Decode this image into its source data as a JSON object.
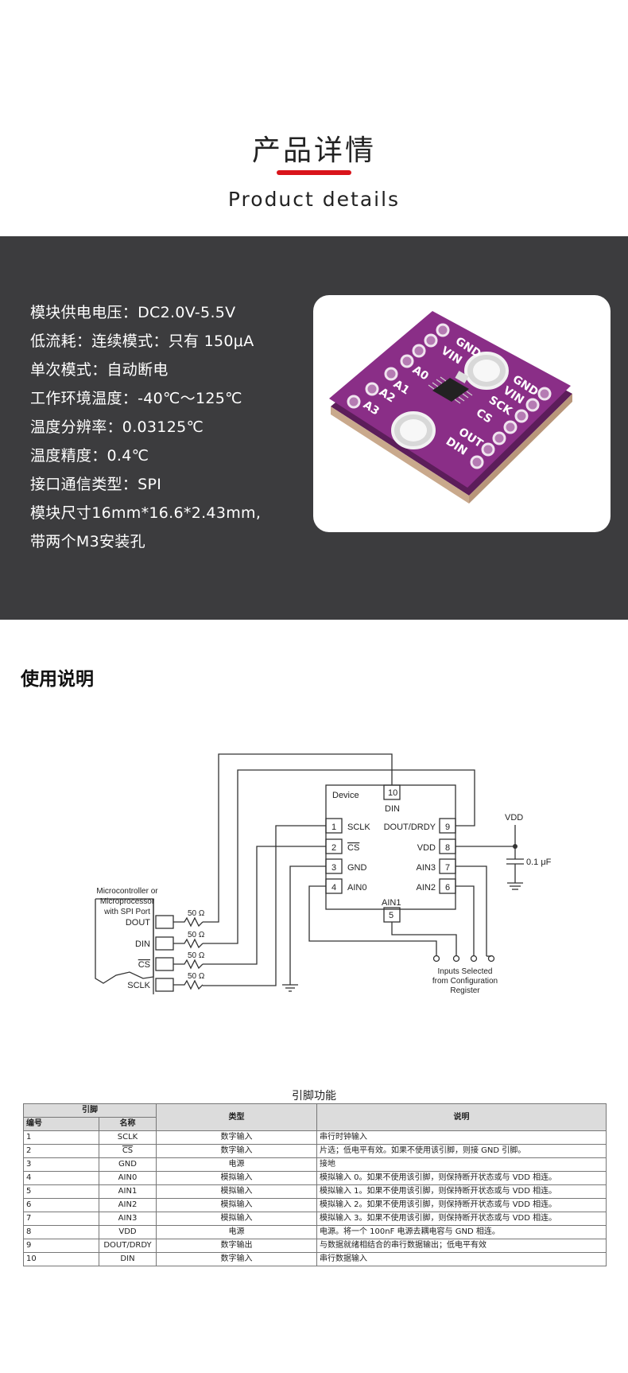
{
  "header": {
    "title_cn": "产品详情",
    "title_en": "Product details",
    "accent_color": "#d9141b"
  },
  "specs": [
    "模块供电电压：DC2.0V-5.5V",
    "低流耗：连续模式：只有 150μA",
    "单次模式：自动断电",
    "工作环境温度：-40℃～125℃",
    "温度分辨率：0.03125℃",
    "温度精度：0.4℃",
    "接口通信类型：SPI",
    "模块尺寸16mm*16.6*2.43mm,",
    "带两个M3安装孔"
  ],
  "board": {
    "left_pins": [
      "A0",
      "A1",
      "A2",
      "A3"
    ],
    "top_pins": [
      "GND",
      "VIN"
    ],
    "right_pins": [
      "GND",
      "VIN",
      "SCK",
      "CS",
      "OUT",
      "DIN"
    ],
    "pcb_color": "#8a2e87"
  },
  "section_title": "使用说明",
  "schematic": {
    "device_label": "Device",
    "pins_left": [
      {
        "num": "1",
        "name": "SCLK"
      },
      {
        "num": "2",
        "name": "CS"
      },
      {
        "num": "3",
        "name": "GND"
      },
      {
        "num": "4",
        "name": "AIN0"
      }
    ],
    "pins_right": [
      {
        "num": "9",
        "name": "DOUT/DRDY"
      },
      {
        "num": "8",
        "name": "VDD"
      },
      {
        "num": "7",
        "name": "AIN3"
      },
      {
        "num": "6",
        "name": "AIN2"
      }
    ],
    "pin_top": {
      "num": "10",
      "name": "DIN"
    },
    "pin_bottom": {
      "num": "5",
      "name": "AIN1"
    },
    "vdd_label": "VDD",
    "cap_label": "0.1 μF",
    "mcu_label": [
      "Microcontroller or",
      "Microprocessor",
      "with SPI Port"
    ],
    "mcu_ports": [
      "DOUT",
      "DIN",
      "CS",
      "SCLK"
    ],
    "resistor_label": "50 Ω",
    "inputs_note": [
      "Inputs Selected",
      "from Configuration",
      "Register"
    ]
  },
  "pin_table": {
    "caption": "引脚功能",
    "group_header": "引脚",
    "headers": [
      "编号",
      "名称",
      "类型",
      "说明"
    ],
    "rows": [
      [
        "1",
        "SCLK",
        "数字输入",
        "串行时钟输入"
      ],
      [
        "2",
        "CS",
        "数字输入",
        "片选；低电平有效。如果不使用该引脚，则接 GND 引脚。"
      ],
      [
        "3",
        "GND",
        "电源",
        "接地"
      ],
      [
        "4",
        "AIN0",
        "模拟输入",
        "模拟输入 0。如果不使用该引脚，则保持断开状态或与 VDD 相连。"
      ],
      [
        "5",
        "AIN1",
        "模拟输入",
        "模拟输入 1。如果不使用该引脚，则保持断开状态或与 VDD 相连。"
      ],
      [
        "6",
        "AIN2",
        "模拟输入",
        "模拟输入 2。如果不使用该引脚，则保持断开状态或与 VDD 相连。"
      ],
      [
        "7",
        "AIN3",
        "模拟输入",
        "模拟输入 3。如果不使用该引脚，则保持断开状态或与 VDD 相连。"
      ],
      [
        "8",
        "VDD",
        "电源",
        "电源。将一个 100nF 电源去耦电容与 GND 相连。"
      ],
      [
        "9",
        "DOUT/DRDY",
        "数字输出",
        "与数据就绪相结合的串行数据输出；低电平有效"
      ],
      [
        "10",
        "DIN",
        "数字输入",
        "串行数据输入"
      ]
    ]
  }
}
